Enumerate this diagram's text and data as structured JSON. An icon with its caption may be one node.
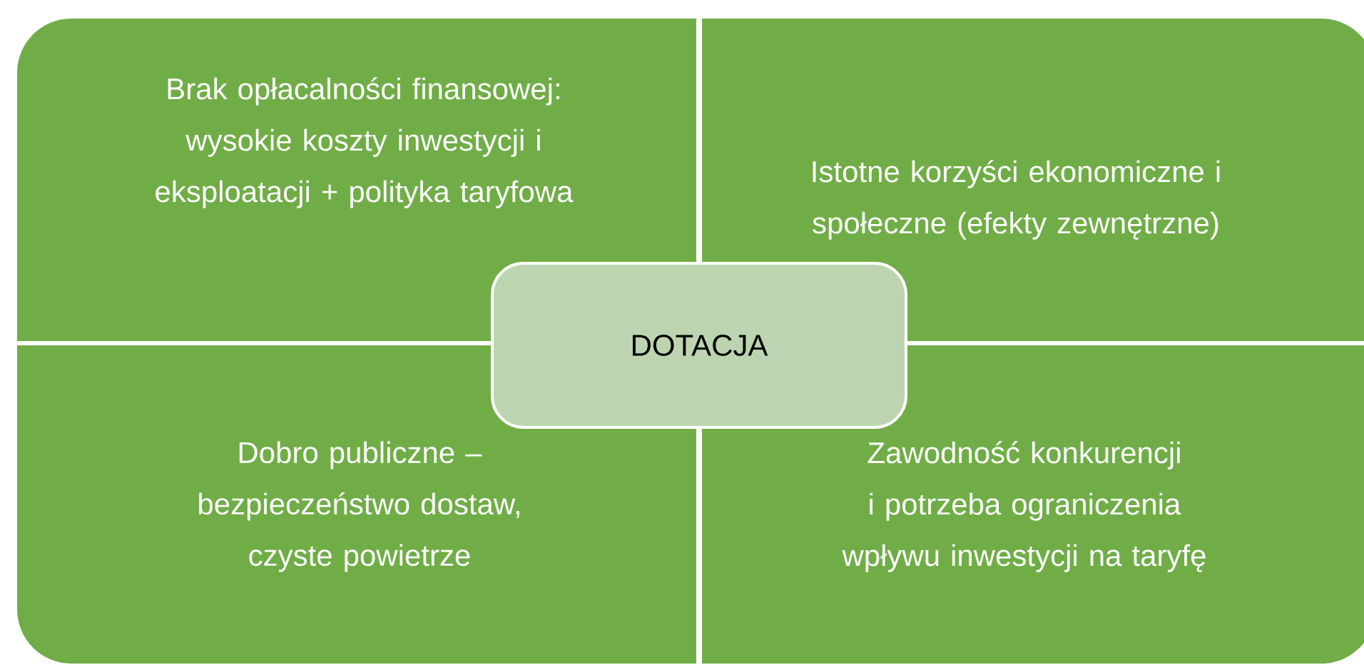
{
  "diagram": {
    "nodes": [
      {
        "text": [
          "Brak opłacalności finansowej: wysokie koszty inwestycji i eksploatacji + polityka taryfowa"
        ]
      },
      {
        "text": [
          "Istotne korzyści ekonomiczne i społeczne (efekty zewnętrzne)"
        ]
      },
      {
        "text": [
          "DOTACJA"
        ]
      },
      {
        "text": [
          "Dobro publiczne – bezpieczeństwo dostaw, czyste powietrze"
        ]
      },
      {
        "text": [
          "Zawodność konkurencji i potrzeba ograniczenia wpływu inwestycji na taryfę"
        ]
      }
    ]
  }
}
